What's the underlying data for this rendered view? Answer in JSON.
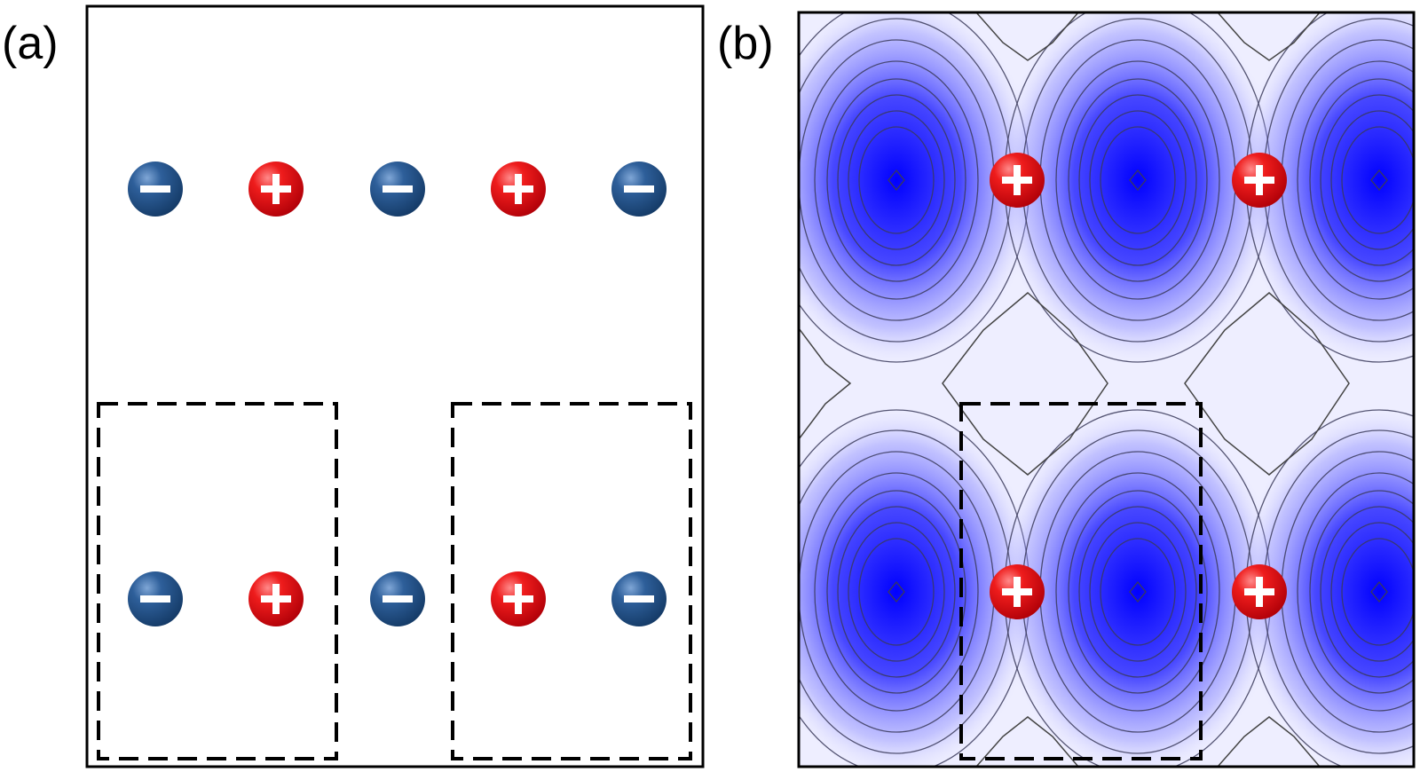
{
  "panels": [
    {
      "label": "(a)",
      "anions": 6,
      "cations": 4,
      "dashed_boxes": 2
    },
    {
      "label": "(b)",
      "anion_density_peaks": 6,
      "cations": 4,
      "dashed_boxes": 1,
      "density_color": "#0000ee"
    }
  ],
  "colors": {
    "anion": "#1f4e86",
    "cation": "#e01018",
    "sign": "#ffffff",
    "frame": "#000000"
  },
  "icons": {
    "anion": "minus-sphere-icon",
    "cation": "plus-sphere-icon"
  }
}
